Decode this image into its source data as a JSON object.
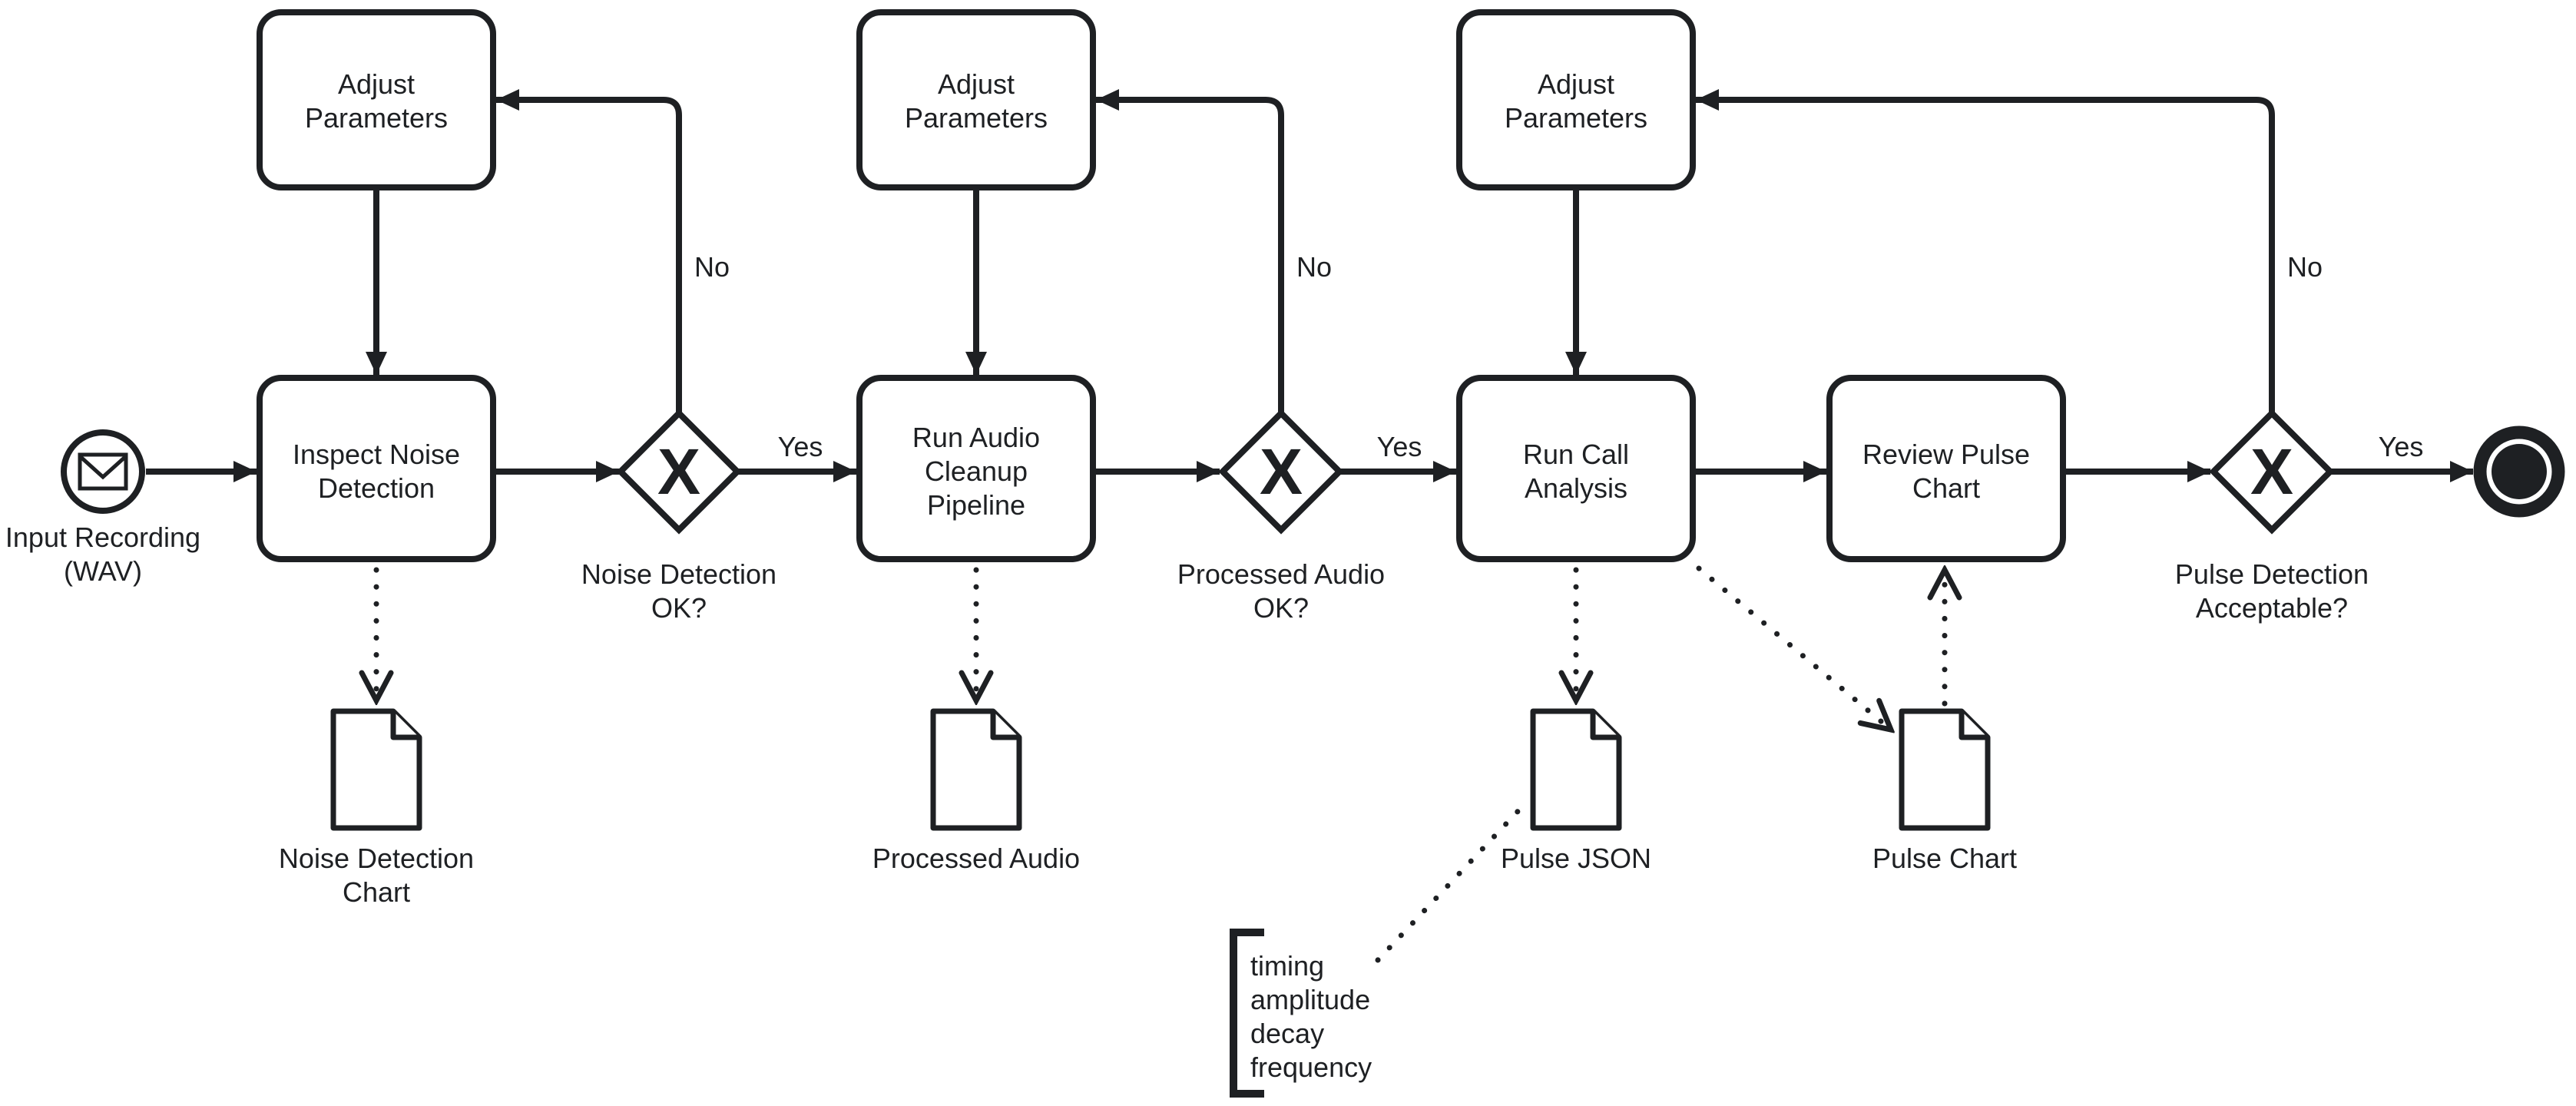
{
  "colors": {
    "ink": "#1e2023",
    "background": "#ffffff"
  },
  "start_event": {
    "icon": "envelope-icon",
    "label_line1": "Input Recording",
    "label_line2": "(WAV)"
  },
  "tasks": {
    "adjust1": {
      "line1": "Adjust",
      "line2": "Parameters"
    },
    "adjust2": {
      "line1": "Adjust",
      "line2": "Parameters"
    },
    "adjust3": {
      "line1": "Adjust",
      "line2": "Parameters"
    },
    "inspect_noise": {
      "line1": "Inspect Noise",
      "line2": "Detection"
    },
    "audio_cleanup": {
      "line1": "Run Audio",
      "line2": "Cleanup",
      "line3": "Pipeline"
    },
    "call_analysis": {
      "line1": "Run Call",
      "line2": "Analysis"
    },
    "review_pulse": {
      "line1": "Review Pulse",
      "line2": "Chart"
    }
  },
  "gateways": {
    "noise_ok": {
      "symbol": "X",
      "label_line1": "Noise Detection",
      "label_line2": "OK?"
    },
    "audio_ok": {
      "symbol": "X",
      "label_line1": "Processed Audio",
      "label_line2": "OK?"
    },
    "pulse_ok": {
      "symbol": "X",
      "label_line1": "Pulse Detection",
      "label_line2": "Acceptable?"
    }
  },
  "documents": {
    "noise_chart": {
      "line1": "Noise Detection",
      "line2": "Chart"
    },
    "processed_audio": {
      "line1": "Processed Audio"
    },
    "pulse_json": {
      "line1": "Pulse JSON"
    },
    "pulse_chart": {
      "line1": "Pulse Chart"
    }
  },
  "edge_labels": {
    "yes1": "Yes",
    "no1": "No",
    "yes2": "Yes",
    "no2": "No",
    "yes3": "Yes",
    "no3": "No"
  },
  "annotation": {
    "line1": "timing",
    "line2": "amplitude",
    "line3": "decay",
    "line4": "frequency"
  }
}
